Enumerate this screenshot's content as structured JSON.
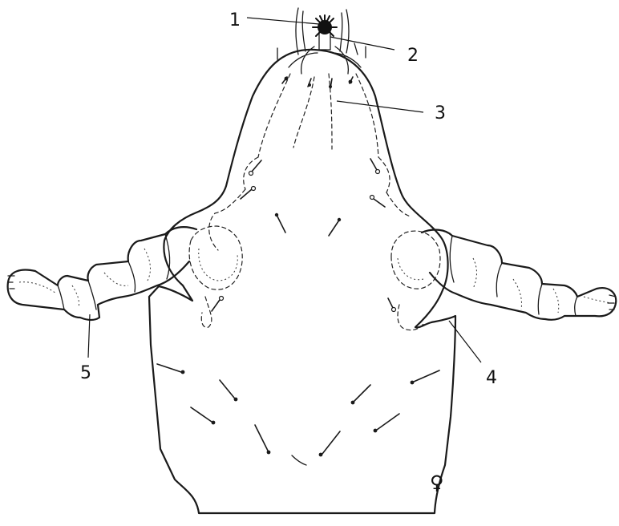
{
  "labels": {
    "l1": "1",
    "l2": "2",
    "l3": "3",
    "l4": "4",
    "l5": "5"
  },
  "sex_symbol": "♀",
  "colors": {
    "ink": "#1a1a1a",
    "paper": "#ffffff"
  }
}
